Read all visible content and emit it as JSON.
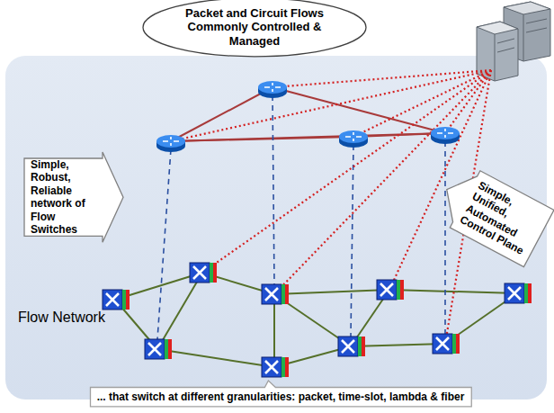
{
  "diagram": {
    "nodes": [
      {
        "text": [
          "Packet and Circuit Flows Commonly Controlled & Managed"
        ]
      },
      {
        "text": [
          "Simple, Robust, Reliable network of Flow Switches"
        ]
      },
      {
        "text": [
          "Simple, Unified, Automated Control Plane"
        ]
      },
      {
        "text": [
          "... that switch at different granularities: packet, time-slot, lambda & fiber"
        ]
      }
    ],
    "labels": [
      "Flow Network"
    ]
  }
}
